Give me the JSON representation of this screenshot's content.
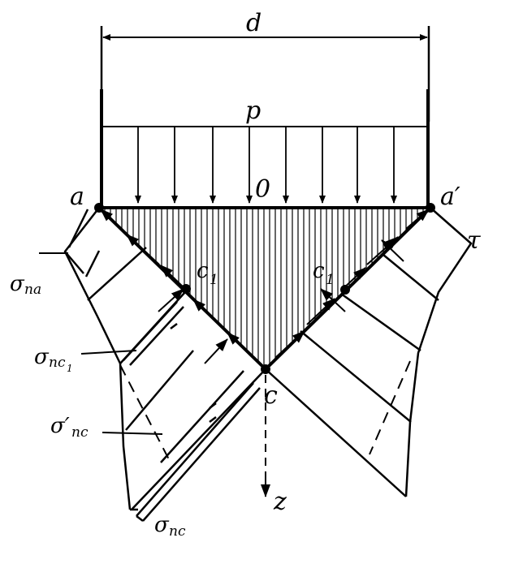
{
  "labels": {
    "width": "d",
    "load": "p",
    "origin": "0",
    "corner_left": "a",
    "corner_right": "a′",
    "point_c1_left": "c",
    "point_c1_left_sub": "1",
    "point_c1_right": "c",
    "point_c1_right_sub": "1",
    "apex": "c",
    "axis": "z",
    "shear": "τ",
    "stress_na": "σ",
    "stress_na_sub": "na",
    "stress_nc1": "σ",
    "stress_nc1_sub": "nc",
    "stress_nc1_subsub": "1",
    "stress_nc_prime": "σ′",
    "stress_nc_prime_sub": "nc",
    "stress_nc": "σ",
    "stress_nc_sub": "nc"
  },
  "colors": {
    "ink": "#000000",
    "paper": "#ffffff"
  }
}
